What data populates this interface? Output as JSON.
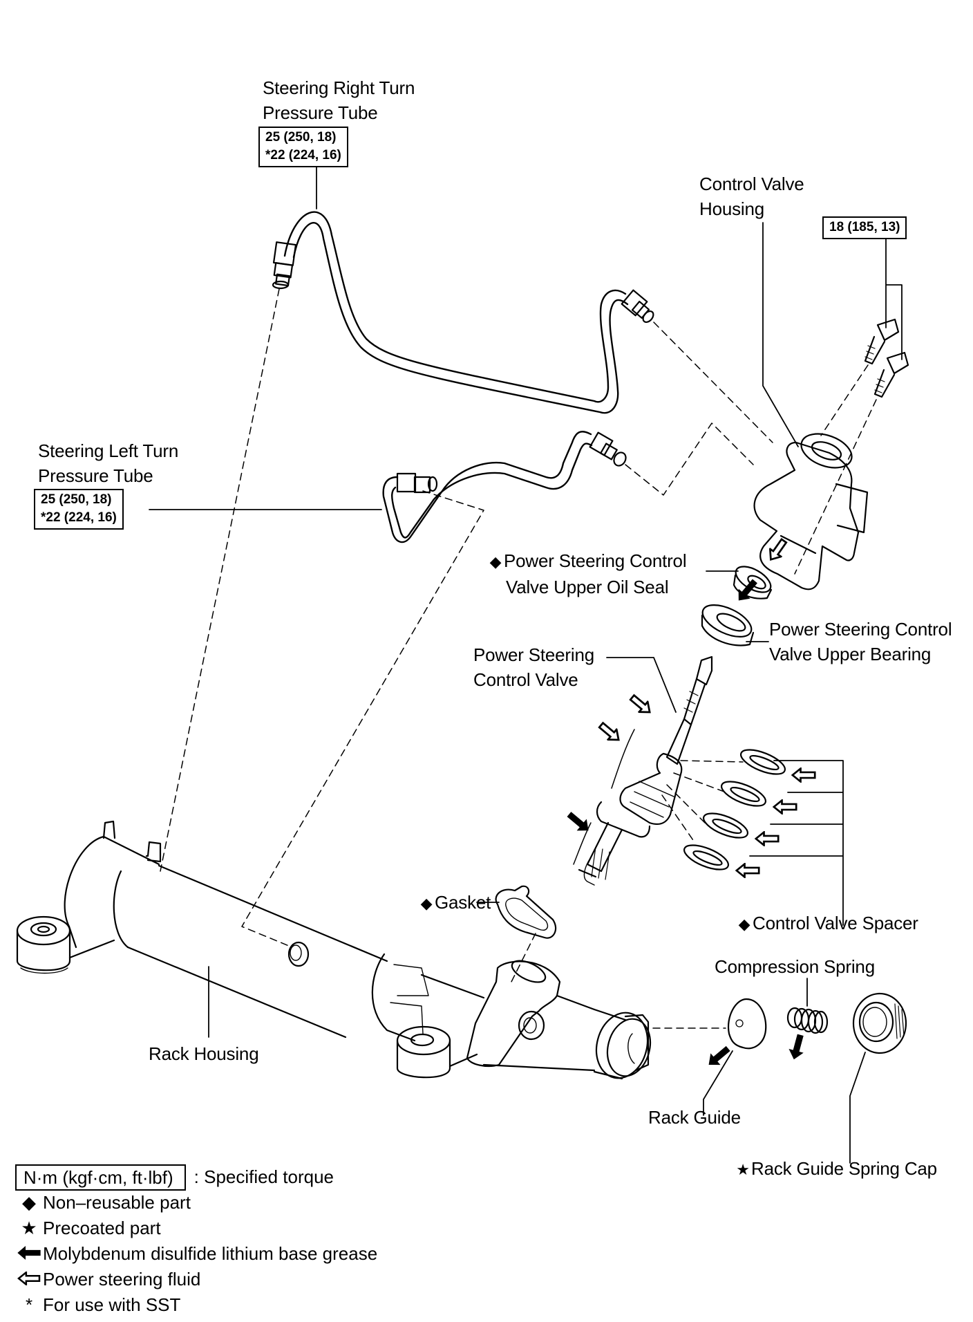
{
  "diagram": {
    "title": "Power Steering Rack & Control Valve — Exploded Components",
    "labels": {
      "right_tube": {
        "lines": [
          "Steering Right Turn",
          "Pressure Tube"
        ]
      },
      "left_tube": {
        "lines": [
          "Steering Left Turn",
          "Pressure Tube"
        ]
      },
      "valve_housing": {
        "lines": [
          "Control Valve",
          "Housing"
        ]
      },
      "upper_oil_seal": {
        "symbol": "◆",
        "lines": [
          "Power Steering Control",
          "Valve Upper Oil Seal"
        ]
      },
      "upper_bearing": {
        "lines": [
          "Power Steering Control",
          "Valve Upper Bearing"
        ]
      },
      "control_valve": {
        "lines": [
          "Power Steering",
          "Control Valve"
        ]
      },
      "gasket": {
        "symbol": "◆",
        "text": "Gasket"
      },
      "valve_spacer": {
        "symbol": "◆",
        "text": "Control Valve Spacer"
      },
      "compression_spring": {
        "text": "Compression Spring"
      },
      "rack_housing": {
        "text": "Rack Housing"
      },
      "rack_guide": {
        "text": "Rack Guide"
      },
      "spring_cap": {
        "symbol": "★",
        "text": "Rack Guide Spring Cap"
      }
    },
    "torques": {
      "right_tube": {
        "lines": [
          "25 (250, 18)",
          "*22 (224, 16)"
        ]
      },
      "left_tube": {
        "lines": [
          "25 (250, 18)",
          "*22 (224, 16)"
        ]
      },
      "housing_bolts": {
        "lines": [
          "18 (185, 13)"
        ]
      }
    }
  },
  "legend": {
    "torque_units": "N·m (kgf·cm, ft·lbf)",
    "torque_desc": ": Specified torque",
    "items": [
      {
        "icon": "◆",
        "icon_name": "diamond-icon",
        "text": "Non–reusable part"
      },
      {
        "icon": "★",
        "icon_name": "star-icon",
        "text": "Precoated part"
      },
      {
        "icon": "solid-arrow",
        "icon_name": "solid-arrow-icon",
        "text": "Molybdenum disulfide lithium base grease"
      },
      {
        "icon": "hollow-arrow",
        "icon_name": "hollow-arrow-icon",
        "text": "Power steering fluid"
      },
      {
        "icon": "*",
        "icon_name": "asterisk-icon",
        "text": "For use with SST"
      }
    ]
  },
  "colors": {
    "ink": "#000000",
    "paper": "#ffffff"
  }
}
